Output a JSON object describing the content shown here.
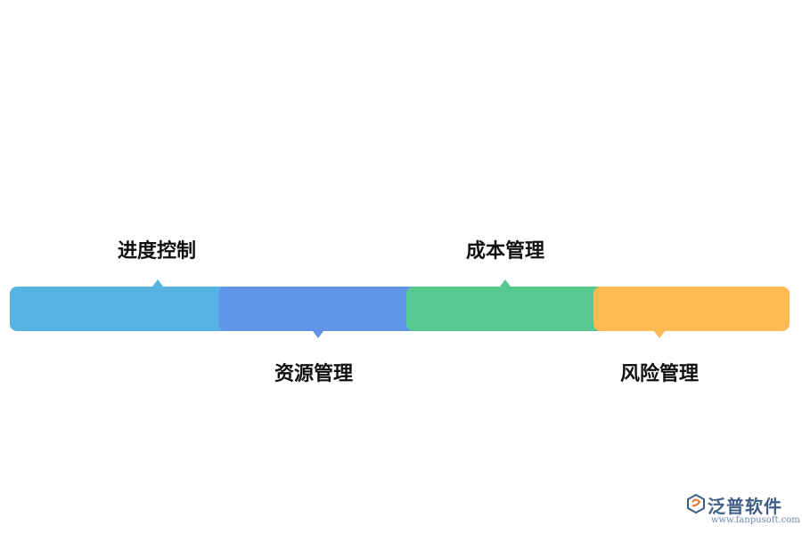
{
  "items": [
    {
      "label": "进度控制",
      "color": "#56b3e3",
      "pointer": "up"
    },
    {
      "label": "资源管理",
      "color": "#6196e6",
      "pointer": "down"
    },
    {
      "label": "成本管理",
      "color": "#56c991",
      "pointer": "up"
    },
    {
      "label": "风险管理",
      "color": "#ffba55",
      "pointer": "down"
    }
  ],
  "watermark": {
    "brand": "泛普软件",
    "url": "www.fanpusoft.com"
  }
}
